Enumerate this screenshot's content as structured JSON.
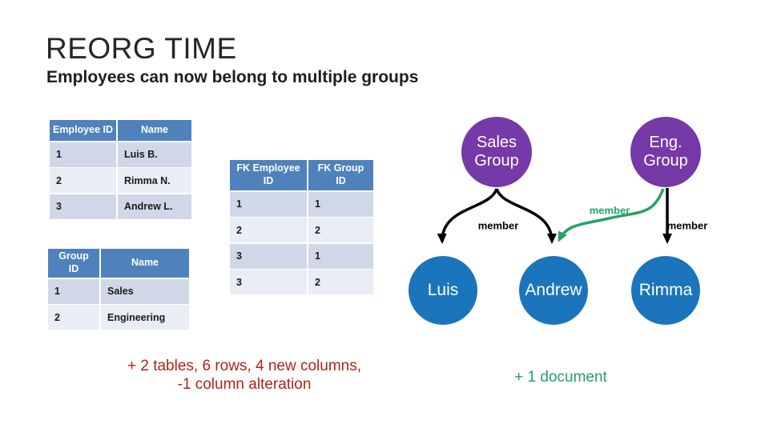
{
  "slide": {
    "title": "REORG TIME",
    "subtitle": "Employees can now belong to multiple groups"
  },
  "tables": {
    "employee": {
      "headers": [
        "Employee ID",
        "Name"
      ],
      "rows": [
        [
          "1",
          "Luis B."
        ],
        [
          "2",
          "Rimma N."
        ],
        [
          "3",
          "Andrew L."
        ]
      ]
    },
    "group": {
      "headers": [
        "Group ID",
        "Name"
      ],
      "rows": [
        [
          "1",
          "Sales"
        ],
        [
          "2",
          "Engineering"
        ]
      ]
    },
    "membership_fk": {
      "headers": [
        "FK Employee ID",
        "FK Group ID"
      ],
      "rows": [
        [
          "1",
          "1"
        ],
        [
          "2",
          "2"
        ],
        [
          "3",
          "1"
        ],
        [
          "3",
          "2"
        ]
      ]
    }
  },
  "diagram": {
    "group_nodes": [
      {
        "label": "Sales Group"
      },
      {
        "label": "Eng. Group"
      }
    ],
    "person_nodes": [
      {
        "label": "Luis"
      },
      {
        "label": "Andrew"
      },
      {
        "label": "Rimma"
      }
    ],
    "edges": [
      {
        "from": "Sales Group",
        "to": "Luis",
        "label": "member",
        "color": "#000000"
      },
      {
        "from": "Sales Group",
        "to": "Andrew",
        "label": "member",
        "color": "#000000"
      },
      {
        "from": "Eng. Group",
        "to": "Andrew",
        "label": "member",
        "color": "#27A25F"
      },
      {
        "from": "Eng. Group",
        "to": "Rimma",
        "label": "member",
        "color": "#000000"
      }
    ]
  },
  "notes": {
    "sql_cost_line1": "+ 2 tables, 6 rows, 4 new columns,",
    "sql_cost_line2": "-1 column alteration",
    "document_cost": "+ 1 document"
  },
  "colors": {
    "table_header_bg": "#4F81BD",
    "table_row_odd": "#D0D8E8",
    "table_row_even": "#E9EDF4",
    "group_node_fill": "#7639A8",
    "person_node_fill": "#1B75BC",
    "red_note": "#B02418",
    "green_note": "#21A366",
    "green_edge": "#27A25F"
  }
}
